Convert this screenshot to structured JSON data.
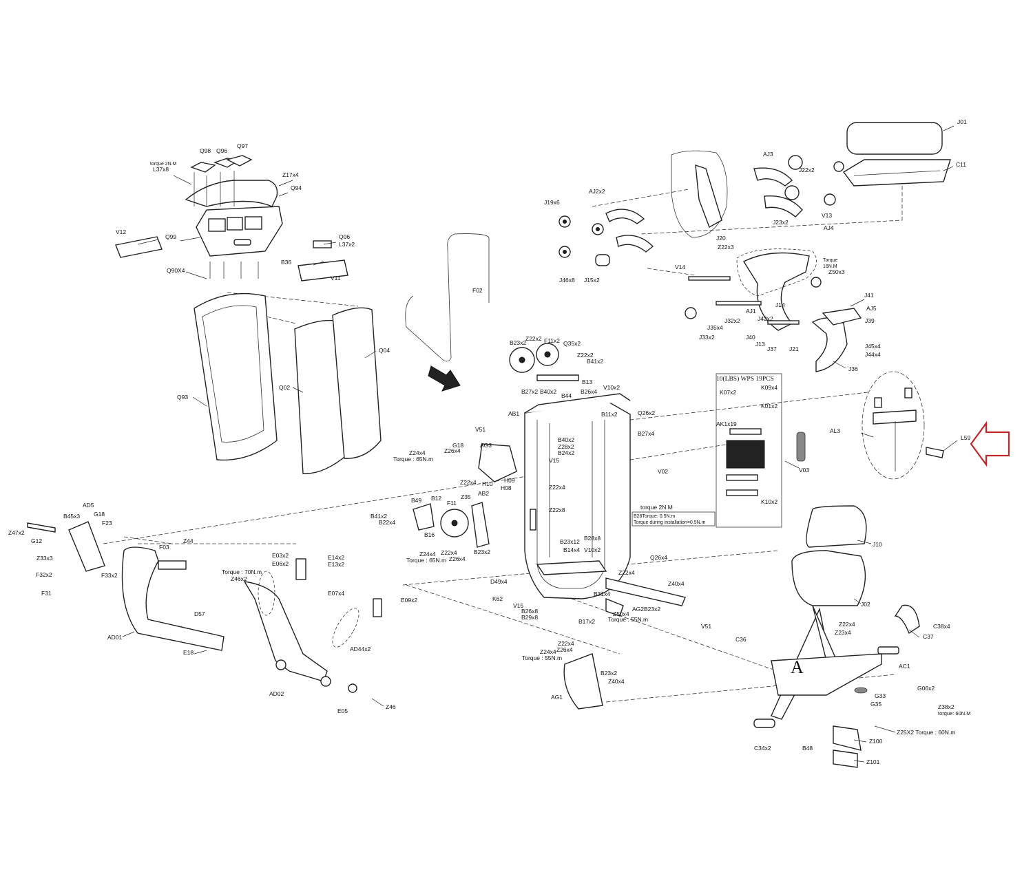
{
  "diagram": {
    "labels": [
      {
        "id": "Q98",
        "text": "Q98"
      },
      {
        "id": "Q96",
        "text": "Q96"
      },
      {
        "id": "Q97",
        "text": "Q97"
      },
      {
        "id": "torque2nm-top",
        "text": "torque 2N.M"
      },
      {
        "id": "L37x8",
        "text": "L37x8"
      },
      {
        "id": "Z17x4",
        "text": "Z17x4"
      },
      {
        "id": "Q94",
        "text": "Q94"
      },
      {
        "id": "V12",
        "text": "V12"
      },
      {
        "id": "Q99",
        "text": "Q99"
      },
      {
        "id": "Q06",
        "text": "Q06"
      },
      {
        "id": "L37x2",
        "text": "L37x2"
      },
      {
        "id": "B36",
        "text": "B36"
      },
      {
        "id": "Q90X4",
        "text": "Q90X4"
      },
      {
        "id": "V11",
        "text": "V11"
      },
      {
        "id": "Q93",
        "text": "Q93"
      },
      {
        "id": "Q02",
        "text": "Q02"
      },
      {
        "id": "Q04",
        "text": "Q04"
      },
      {
        "id": "F02",
        "text": "F02"
      },
      {
        "id": "J01",
        "text": "J01"
      },
      {
        "id": "C11",
        "text": "C11"
      },
      {
        "id": "AJ3",
        "text": "AJ3"
      },
      {
        "id": "J22x2",
        "text": "J22x2"
      },
      {
        "id": "AJ2x2",
        "text": "AJ2x2"
      },
      {
        "id": "J19x6",
        "text": "J19x6"
      },
      {
        "id": "V13",
        "text": "V13"
      },
      {
        "id": "J23x2",
        "text": "J23x2"
      },
      {
        "id": "AJ4",
        "text": "AJ4"
      },
      {
        "id": "J20",
        "text": "J20"
      },
      {
        "id": "Z22x3",
        "text": "Z22x3"
      },
      {
        "id": "V14",
        "text": "V14"
      },
      {
        "id": "J46x8",
        "text": "J46x8"
      },
      {
        "id": "J15x2",
        "text": "J15x2"
      },
      {
        "id": "Torque16",
        "text": "Torque"
      },
      {
        "id": "16NM",
        "text": "16N.M"
      },
      {
        "id": "Z50x3",
        "text": "Z50x3"
      },
      {
        "id": "J41",
        "text": "J41"
      },
      {
        "id": "AJ5",
        "text": "AJ5"
      },
      {
        "id": "J14",
        "text": "J14"
      },
      {
        "id": "AJ1",
        "text": "AJ1"
      },
      {
        "id": "J42x2",
        "text": "J42x2"
      },
      {
        "id": "J39",
        "text": "J39"
      },
      {
        "id": "J35x4",
        "text": "J35x4"
      },
      {
        "id": "J32x2",
        "text": "J32x2"
      },
      {
        "id": "J33x2",
        "text": "J33x2"
      },
      {
        "id": "J40",
        "text": "J40"
      },
      {
        "id": "J13",
        "text": "J13"
      },
      {
        "id": "J37",
        "text": "J37"
      },
      {
        "id": "J21",
        "text": "J21"
      },
      {
        "id": "J45x4",
        "text": "J45x4"
      },
      {
        "id": "J44x4",
        "text": "J44x4"
      },
      {
        "id": "J36",
        "text": "J36"
      },
      {
        "id": "B23x2-top",
        "text": "B23x2"
      },
      {
        "id": "Z22x2-top",
        "text": "Z22x2"
      },
      {
        "id": "F11x2",
        "text": "F11x2"
      },
      {
        "id": "Q35x2",
        "text": "Q35x2"
      },
      {
        "id": "Z22x2-b",
        "text": "Z22x2"
      },
      {
        "id": "B41x2-top",
        "text": "B41x2"
      },
      {
        "id": "B13",
        "text": "B13"
      },
      {
        "id": "B27x2",
        "text": "B27x2"
      },
      {
        "id": "B40x2-top",
        "text": "B40x2"
      },
      {
        "id": "B26x4",
        "text": "B26x4"
      },
      {
        "id": "V10x2-top",
        "text": "V10x2"
      },
      {
        "id": "B44",
        "text": "B44"
      },
      {
        "id": "AB1",
        "text": "AB1"
      },
      {
        "id": "B11x2",
        "text": "B11x2"
      },
      {
        "id": "Q26x2",
        "text": "Q26x2"
      },
      {
        "id": "B27x4",
        "text": "B27x4"
      },
      {
        "id": "B40x2",
        "text": "B40x2"
      },
      {
        "id": "Z28x2",
        "text": "Z28x2"
      },
      {
        "id": "B24x2",
        "text": "B24x2"
      },
      {
        "id": "V15-top",
        "text": "V15"
      },
      {
        "id": "V51-top",
        "text": "V51"
      },
      {
        "id": "G18-mid",
        "text": "G18"
      },
      {
        "id": "Z26x4-mid",
        "text": "Z26x4"
      },
      {
        "id": "AG3",
        "text": "AG3"
      },
      {
        "id": "Z24x4-mid",
        "text": "Z24x4"
      },
      {
        "id": "Torque65-mid",
        "text": "Torque : 65N.m"
      },
      {
        "id": "Z22x4-mid",
        "text": "Z22x4"
      },
      {
        "id": "H10",
        "text": "H10"
      },
      {
        "id": "H09",
        "text": "H09"
      },
      {
        "id": "H08",
        "text": "H08"
      },
      {
        "id": "Z22x4-v",
        "text": "Z22x4"
      },
      {
        "id": "Z22x8",
        "text": "Z22x8"
      },
      {
        "id": "B49",
        "text": "B49"
      },
      {
        "id": "B12",
        "text": "B12"
      },
      {
        "id": "Z35",
        "text": "Z35"
      },
      {
        "id": "AB2",
        "text": "AB2"
      },
      {
        "id": "F11",
        "text": "F11"
      },
      {
        "id": "B41x2",
        "text": "B41x2"
      },
      {
        "id": "B22x4",
        "text": "B22x4"
      },
      {
        "id": "B16",
        "text": "B16"
      },
      {
        "id": "Z24x4-b",
        "text": "Z24x4"
      },
      {
        "id": "Torque65-b",
        "text": "Torque : 65N.m"
      },
      {
        "id": "Z22x4-b",
        "text": "Z22x4"
      },
      {
        "id": "Z26x4-b",
        "text": "Z26x4"
      },
      {
        "id": "B23x2-b",
        "text": "B23x2"
      },
      {
        "id": "B23x12",
        "text": "B23x12"
      },
      {
        "id": "B14x4",
        "text": "B14x4"
      },
      {
        "id": "V10x2-b",
        "text": "V10x2"
      },
      {
        "id": "B28x8",
        "text": "B28x8"
      },
      {
        "id": "V02",
        "text": "V02"
      },
      {
        "id": "torque2nm-v02",
        "text": "torque 2N.M"
      },
      {
        "id": "B28note1",
        "text": "B28Torque: 0.5N.m"
      },
      {
        "id": "B28note2",
        "text": "Torque during installation=0.5N.m"
      },
      {
        "id": "stack-title",
        "text": "10(LBS) WPS 19PCS"
      },
      {
        "id": "K07x2",
        "text": "K07x2"
      },
      {
        "id": "K09x4",
        "text": "K09x4"
      },
      {
        "id": "K01x2",
        "text": "K01x2"
      },
      {
        "id": "AK1x19",
        "text": "AK1x19"
      },
      {
        "id": "K10x2",
        "text": "K10x2"
      },
      {
        "id": "V03",
        "text": "V03"
      },
      {
        "id": "AL3",
        "text": "AL3"
      },
      {
        "id": "L59",
        "text": "L59"
      },
      {
        "id": "AD5",
        "text": "AD5"
      },
      {
        "id": "B45x3",
        "text": "B45x3"
      },
      {
        "id": "G18-left",
        "text": "G18"
      },
      {
        "id": "F23",
        "text": "F23"
      },
      {
        "id": "Z47x2",
        "text": "Z47x2"
      },
      {
        "id": "G12",
        "text": "G12"
      },
      {
        "id": "Z33x3",
        "text": "Z33x3"
      },
      {
        "id": "F32x2",
        "text": "F32x2"
      },
      {
        "id": "F33x2",
        "text": "F33x2"
      },
      {
        "id": "F31",
        "text": "F31"
      },
      {
        "id": "F03",
        "text": "F03"
      },
      {
        "id": "Z44",
        "text": "Z44"
      },
      {
        "id": "Torque70",
        "text": "Torque : 70N.m"
      },
      {
        "id": "Z46x2",
        "text": "Z46x2"
      },
      {
        "id": "D57",
        "text": "D57"
      },
      {
        "id": "AD01",
        "text": "AD01"
      },
      {
        "id": "E18",
        "text": "E18"
      },
      {
        "id": "E03x2",
        "text": "E03x2"
      },
      {
        "id": "E06x2",
        "text": "E06x2"
      },
      {
        "id": "E14x2",
        "text": "E14x2"
      },
      {
        "id": "E13x2",
        "text": "E13x2"
      },
      {
        "id": "E07x4",
        "text": "E07x4"
      },
      {
        "id": "E09x2",
        "text": "E09x2"
      },
      {
        "id": "AD44x2",
        "text": "AD44x2"
      },
      {
        "id": "AD02",
        "text": "AD02"
      },
      {
        "id": "E05",
        "text": "E05"
      },
      {
        "id": "Z46",
        "text": "Z46"
      },
      {
        "id": "D49x4",
        "text": "D49x4"
      },
      {
        "id": "K62",
        "text": "K62"
      },
      {
        "id": "V15-b",
        "text": "V15"
      },
      {
        "id": "B26x8",
        "text": "B26x8"
      },
      {
        "id": "B29x8",
        "text": "B29x8"
      },
      {
        "id": "B17x2",
        "text": "B17x2"
      },
      {
        "id": "B31x4",
        "text": "B31x4"
      },
      {
        "id": "Z50x4",
        "text": "Z50x4"
      },
      {
        "id": "Torque55-a",
        "text": "Torque : 55N.m"
      },
      {
        "id": "AG2",
        "text": "AG2"
      },
      {
        "id": "B23x2-ag2",
        "text": "B23x2"
      },
      {
        "id": "Z22x4-ag2",
        "text": "Z22x4"
      },
      {
        "id": "Q26x4",
        "text": "Q26x4"
      },
      {
        "id": "Z40x4-r",
        "text": "Z40x4"
      },
      {
        "id": "Z22x4-ag1",
        "text": "Z22x4"
      },
      {
        "id": "Z24x4-ag1",
        "text": "Z24x4"
      },
      {
        "id": "Z26x4-ag1",
        "text": "Z26x4"
      },
      {
        "id": "Torque55-b",
        "text": "Torque : 55N.m"
      },
      {
        "id": "B23x2-ag1",
        "text": "B23x2"
      },
      {
        "id": "Z40x4-ag1",
        "text": "Z40x4"
      },
      {
        "id": "AG1",
        "text": "AG1"
      },
      {
        "id": "J10",
        "text": "J10"
      },
      {
        "id": "J02",
        "text": "J02"
      },
      {
        "id": "V51-b",
        "text": "V51"
      },
      {
        "id": "C36",
        "text": "C36"
      },
      {
        "id": "Z22x4-r",
        "text": "Z22x4"
      },
      {
        "id": "Z23x4",
        "text": "Z23x4"
      },
      {
        "id": "C38x4",
        "text": "C38x4"
      },
      {
        "id": "C37",
        "text": "C37"
      },
      {
        "id": "AC1",
        "text": "AC1"
      },
      {
        "id": "G33",
        "text": "G33"
      },
      {
        "id": "G06x2",
        "text": "G06x2"
      },
      {
        "id": "G35",
        "text": "G35"
      },
      {
        "id": "Z38x2",
        "text": "Z38x2"
      },
      {
        "id": "torque60-a",
        "text": "torque: 60N.M"
      },
      {
        "id": "Z25X2",
        "text": "Z25X2 Torque : 60N.m"
      },
      {
        "id": "B48",
        "text": "B48"
      },
      {
        "id": "C34x2",
        "text": "C34x2"
      },
      {
        "id": "Z100",
        "text": "Z100"
      },
      {
        "id": "Z101",
        "text": "Z101"
      },
      {
        "id": "frame-letter",
        "text": "A"
      }
    ]
  },
  "colors": {
    "line": "#222222",
    "highlight_arrow": "#c0262b",
    "background": "#ffffff"
  }
}
